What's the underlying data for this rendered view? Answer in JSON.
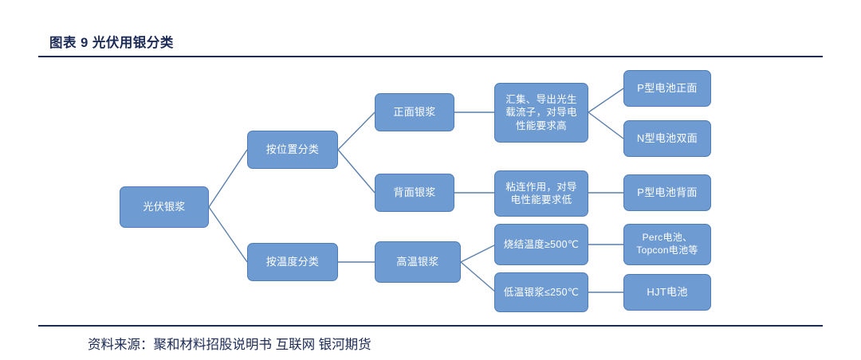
{
  "figure": {
    "title": "图表 9 光伏用银分类",
    "source": "资料来源：聚和材料招股说明书 互联网 银河期货",
    "accent_color": "#1b2a56",
    "node_fill": "#6e9bd2",
    "node_border": "#4f7cb5",
    "connector_color": "#5b7fae"
  },
  "diagram": {
    "type": "tree",
    "root": {
      "label": "光伏银浆"
    },
    "level2": [
      {
        "label": "按位置分类"
      },
      {
        "label": "按温度分类"
      }
    ],
    "level3": [
      {
        "label": "正面银浆"
      },
      {
        "label": "背面银浆"
      },
      {
        "label": "高温银浆"
      }
    ],
    "level4": [
      {
        "line1": "汇集、导出光生",
        "line2": "载流子，对导电",
        "line3": "性能要求高"
      },
      {
        "line1": "粘连作用，对导",
        "line2": "电性能要求低"
      },
      {
        "line1": "烧结温度≥500℃"
      },
      {
        "line1": "低温银浆≤250℃"
      }
    ],
    "level5": [
      {
        "line1": "P型电池正面"
      },
      {
        "line1": "N型电池双面"
      },
      {
        "line1": "P型电池背面"
      },
      {
        "line1": "Perc电池、",
        "line2": "Topcon电池等"
      },
      {
        "line1": "HJT电池"
      }
    ]
  }
}
